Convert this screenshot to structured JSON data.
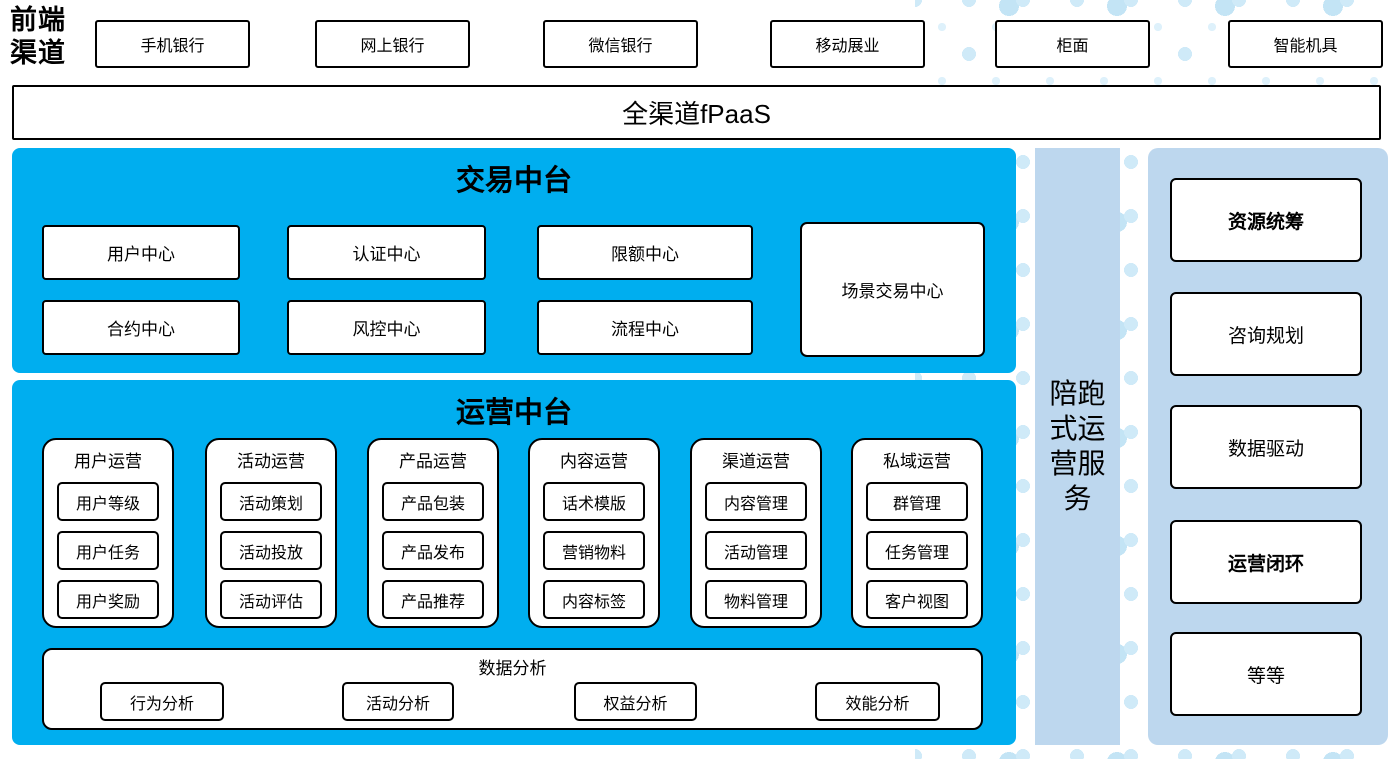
{
  "colors": {
    "accent_blue": "#00AEEF",
    "light_blue": "#BDD7EE",
    "dot_blue": "#CFEAF8",
    "box_border": "#000000"
  },
  "front_channels": {
    "label": "前端渠道",
    "items": [
      "手机银行",
      "网上银行",
      "微信银行",
      "移动展业",
      "柜面",
      "智能机具"
    ]
  },
  "fpaas": {
    "label": "全渠道fPaaS"
  },
  "transaction_platform": {
    "title": "交易中台",
    "centers": [
      "用户中心",
      "认证中心",
      "限额中心",
      "合约中心",
      "风控中心",
      "流程中心"
    ],
    "scene_center": "场景交易中心"
  },
  "operation_platform": {
    "title": "运营中台",
    "columns": [
      {
        "title": "用户运营",
        "items": [
          "用户等级",
          "用户任务",
          "用户奖励"
        ]
      },
      {
        "title": "活动运营",
        "items": [
          "活动策划",
          "活动投放",
          "活动评估"
        ]
      },
      {
        "title": "产品运营",
        "items": [
          "产品包装",
          "产品发布",
          "产品推荐"
        ]
      },
      {
        "title": "内容运营",
        "items": [
          "话术模版",
          "营销物料",
          "内容标签"
        ]
      },
      {
        "title": "渠道运营",
        "items": [
          "内容管理",
          "活动管理",
          "物料管理"
        ]
      },
      {
        "title": "私域运营",
        "items": [
          "群管理",
          "任务管理",
          "客户视图"
        ]
      }
    ],
    "data_analysis": {
      "title": "数据分析",
      "items": [
        "行为分析",
        "活动分析",
        "权益分析",
        "效能分析"
      ]
    }
  },
  "side_bar": {
    "label": "陪跑式运营服务"
  },
  "right_panel": {
    "items": [
      {
        "label": "资源统筹",
        "bold": true
      },
      {
        "label": "咨询规划",
        "bold": false
      },
      {
        "label": "数据驱动",
        "bold": false
      },
      {
        "label": "运营闭环",
        "bold": true
      },
      {
        "label": "等等",
        "bold": false
      }
    ]
  }
}
